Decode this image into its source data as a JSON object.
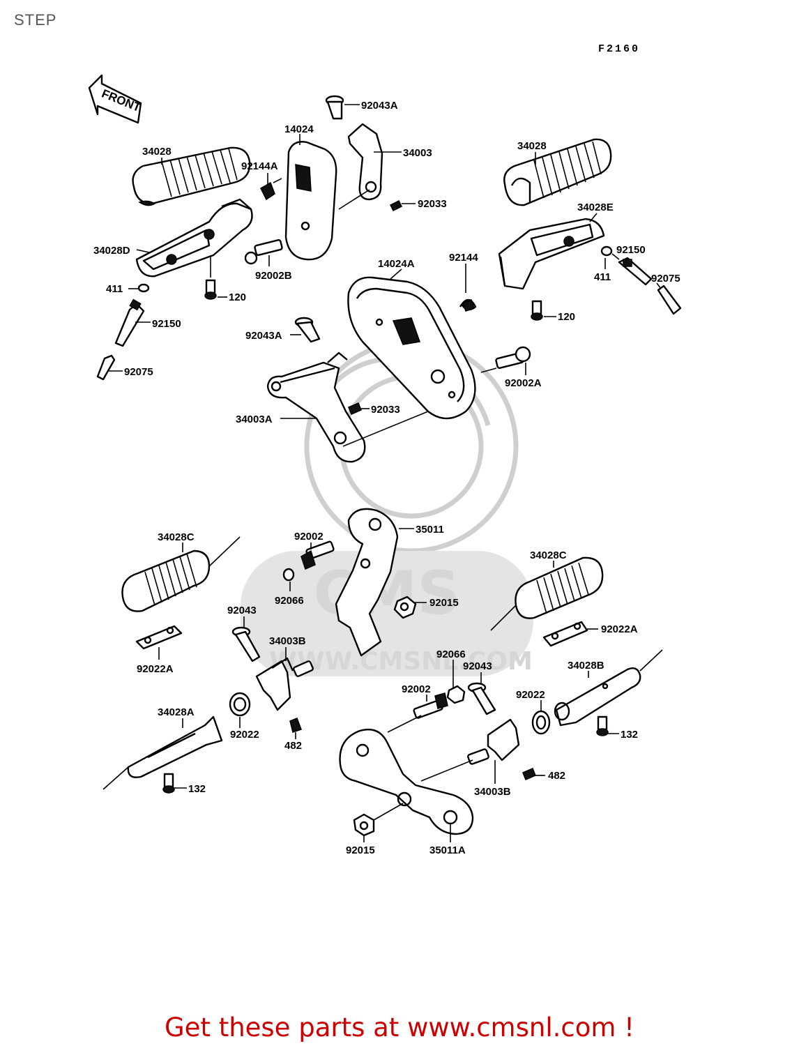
{
  "page": {
    "title": "STEP",
    "figure_code": "F2160",
    "footer": "Get these parts at www.cmsnl.com !",
    "footer_color": "#cc0000"
  },
  "watermark": {
    "brand": "CMS",
    "url": "WWW.CMSNL.COM"
  },
  "front_arrow": {
    "label": "FRONT"
  },
  "labels": [
    {
      "id": "l1",
      "text": "92043A"
    },
    {
      "id": "l2",
      "text": "14024"
    },
    {
      "id": "l3",
      "text": "34003"
    },
    {
      "id": "l4",
      "text": "34028"
    },
    {
      "id": "l5",
      "text": "92144A"
    },
    {
      "id": "l6",
      "text": "92033"
    },
    {
      "id": "l7",
      "text": "34028D"
    },
    {
      "id": "l8",
      "text": "92002B"
    },
    {
      "id": "l9",
      "text": "411"
    },
    {
      "id": "l10",
      "text": "120"
    },
    {
      "id": "l11",
      "text": "92150"
    },
    {
      "id": "l12",
      "text": "92075"
    },
    {
      "id": "l13",
      "text": "34028"
    },
    {
      "id": "l14",
      "text": "34028E"
    },
    {
      "id": "l15",
      "text": "92144"
    },
    {
      "id": "l16",
      "text": "14024A"
    },
    {
      "id": "l17",
      "text": "92150"
    },
    {
      "id": "l18",
      "text": "411"
    },
    {
      "id": "l19",
      "text": "92075"
    },
    {
      "id": "l20",
      "text": "120"
    },
    {
      "id": "l21",
      "text": "92043A"
    },
    {
      "id": "l22",
      "text": "92002A"
    },
    {
      "id": "l23",
      "text": "92033"
    },
    {
      "id": "l24",
      "text": "34003A"
    },
    {
      "id": "l25",
      "text": "35011"
    },
    {
      "id": "l26",
      "text": "34028C"
    },
    {
      "id": "l27",
      "text": "92002"
    },
    {
      "id": "l28",
      "text": "34028C"
    },
    {
      "id": "l29",
      "text": "92066"
    },
    {
      "id": "l30",
      "text": "92015"
    },
    {
      "id": "l31",
      "text": "92043"
    },
    {
      "id": "l32",
      "text": "34003B"
    },
    {
      "id": "l33",
      "text": "92022A"
    },
    {
      "id": "l34",
      "text": "92022A"
    },
    {
      "id": "l35",
      "text": "92066"
    },
    {
      "id": "l36",
      "text": "92043"
    },
    {
      "id": "l37",
      "text": "34028B"
    },
    {
      "id": "l38",
      "text": "92002"
    },
    {
      "id": "l39",
      "text": "34028A"
    },
    {
      "id": "l40",
      "text": "92022"
    },
    {
      "id": "l41",
      "text": "92022"
    },
    {
      "id": "l42",
      "text": "132"
    },
    {
      "id": "l43",
      "text": "482"
    },
    {
      "id": "l44",
      "text": "482"
    },
    {
      "id": "l45",
      "text": "132"
    },
    {
      "id": "l46",
      "text": "34003B"
    },
    {
      "id": "l47",
      "text": "92015"
    },
    {
      "id": "l48",
      "text": "35011A"
    }
  ]
}
